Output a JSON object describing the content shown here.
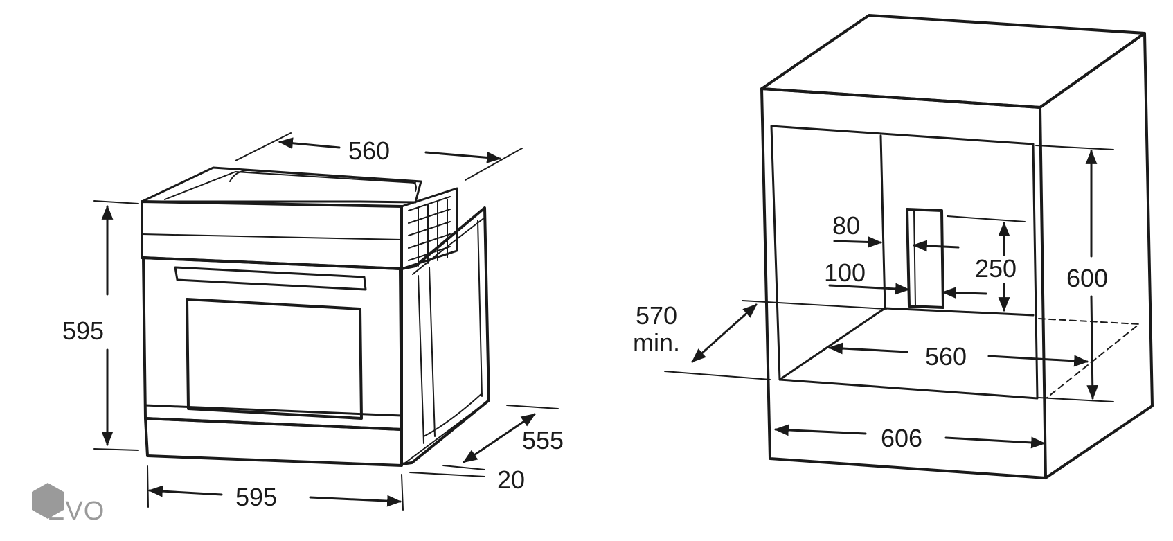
{
  "oven": {
    "depth_label": "560",
    "height_label": "595",
    "width_label": "595",
    "side_depth_label": "555",
    "front_offset_label": "20"
  },
  "cabinet": {
    "label_80": "80",
    "label_100": "100",
    "label_250": "250",
    "height_label": "600",
    "depth_label_line1": "570",
    "depth_label_line2": "min.",
    "inner_width_label": "560",
    "outer_width_label": "606"
  },
  "watermark": {
    "text": "EVO",
    "color": "#9a9a9a"
  },
  "colors": {
    "line": "#1a1a1a",
    "background": "#ffffff"
  }
}
